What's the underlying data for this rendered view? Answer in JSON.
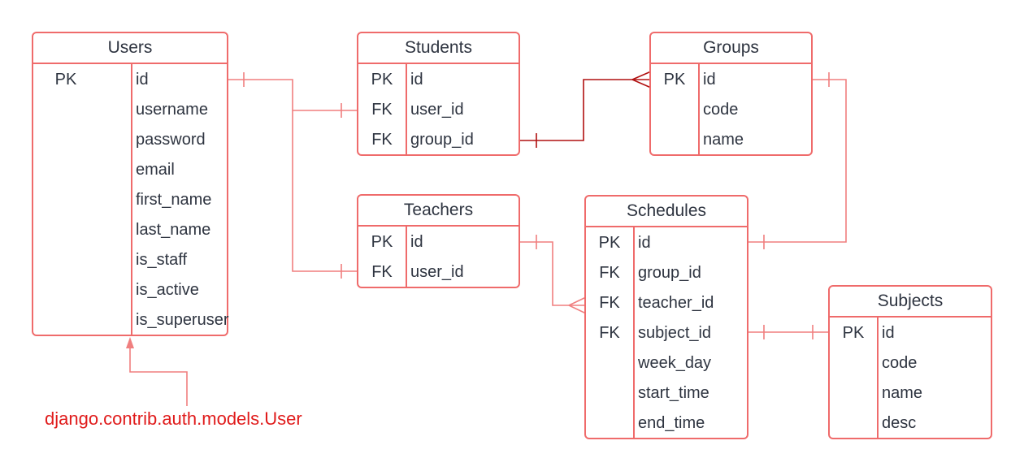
{
  "entities": {
    "users": {
      "title": "Users",
      "rows": [
        {
          "key": "PK",
          "field": "id"
        },
        {
          "key": "",
          "field": "username"
        },
        {
          "key": "",
          "field": "password"
        },
        {
          "key": "",
          "field": "email"
        },
        {
          "key": "",
          "field": "first_name"
        },
        {
          "key": "",
          "field": "last_name"
        },
        {
          "key": "",
          "field": "is_staff"
        },
        {
          "key": "",
          "field": "is_active"
        },
        {
          "key": "",
          "field": "is_superuser"
        }
      ]
    },
    "students": {
      "title": "Students",
      "rows": [
        {
          "key": "PK",
          "field": "id"
        },
        {
          "key": "FK",
          "field": "user_id"
        },
        {
          "key": "FK",
          "field": "group_id"
        }
      ]
    },
    "groups": {
      "title": "Groups",
      "rows": [
        {
          "key": "PK",
          "field": "id"
        },
        {
          "key": "",
          "field": "code"
        },
        {
          "key": "",
          "field": "name"
        }
      ]
    },
    "teachers": {
      "title": "Teachers",
      "rows": [
        {
          "key": "PK",
          "field": "id"
        },
        {
          "key": "FK",
          "field": "user_id"
        }
      ]
    },
    "schedules": {
      "title": "Schedules",
      "rows": [
        {
          "key": "PK",
          "field": "id"
        },
        {
          "key": "FK",
          "field": "group_id"
        },
        {
          "key": "FK",
          "field": "teacher_id"
        },
        {
          "key": "FK",
          "field": "subject_id"
        },
        {
          "key": "",
          "field": "week_day"
        },
        {
          "key": "",
          "field": "start_time"
        },
        {
          "key": "",
          "field": "end_time"
        }
      ]
    },
    "subjects": {
      "title": "Subjects",
      "rows": [
        {
          "key": "PK",
          "field": "id"
        },
        {
          "key": "",
          "field": "code"
        },
        {
          "key": "",
          "field": "name"
        },
        {
          "key": "",
          "field": "desc"
        }
      ]
    }
  },
  "note": {
    "text": "django.contrib.auth.models.User"
  },
  "colors": {
    "border": "#ef6b6b",
    "line": "#f07f7f",
    "relation_dark": "#b01010",
    "note": "#e01b1b"
  }
}
